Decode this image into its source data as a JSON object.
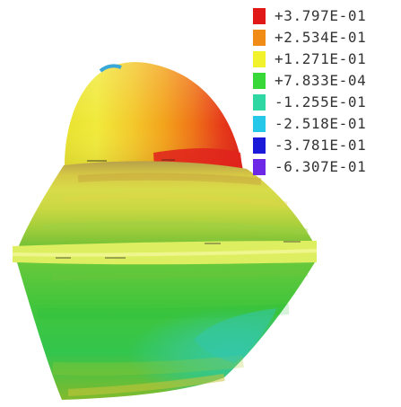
{
  "legend": {
    "items": [
      {
        "label": "+3.797E-01",
        "color": "#e01818"
      },
      {
        "label": "+2.534E-01",
        "color": "#f08c16"
      },
      {
        "label": "+1.271E-01",
        "color": "#f2f22c"
      },
      {
        "label": "+7.833E-04",
        "color": "#38d838"
      },
      {
        "label": "-1.255E-01",
        "color": "#2fd8a2"
      },
      {
        "label": "-2.518E-01",
        "color": "#25c8e8"
      },
      {
        "label": "-3.781E-01",
        "color": "#1a1ad8"
      },
      {
        "label": "-6.307E-01",
        "color": "#6c28e6"
      }
    ]
  }
}
